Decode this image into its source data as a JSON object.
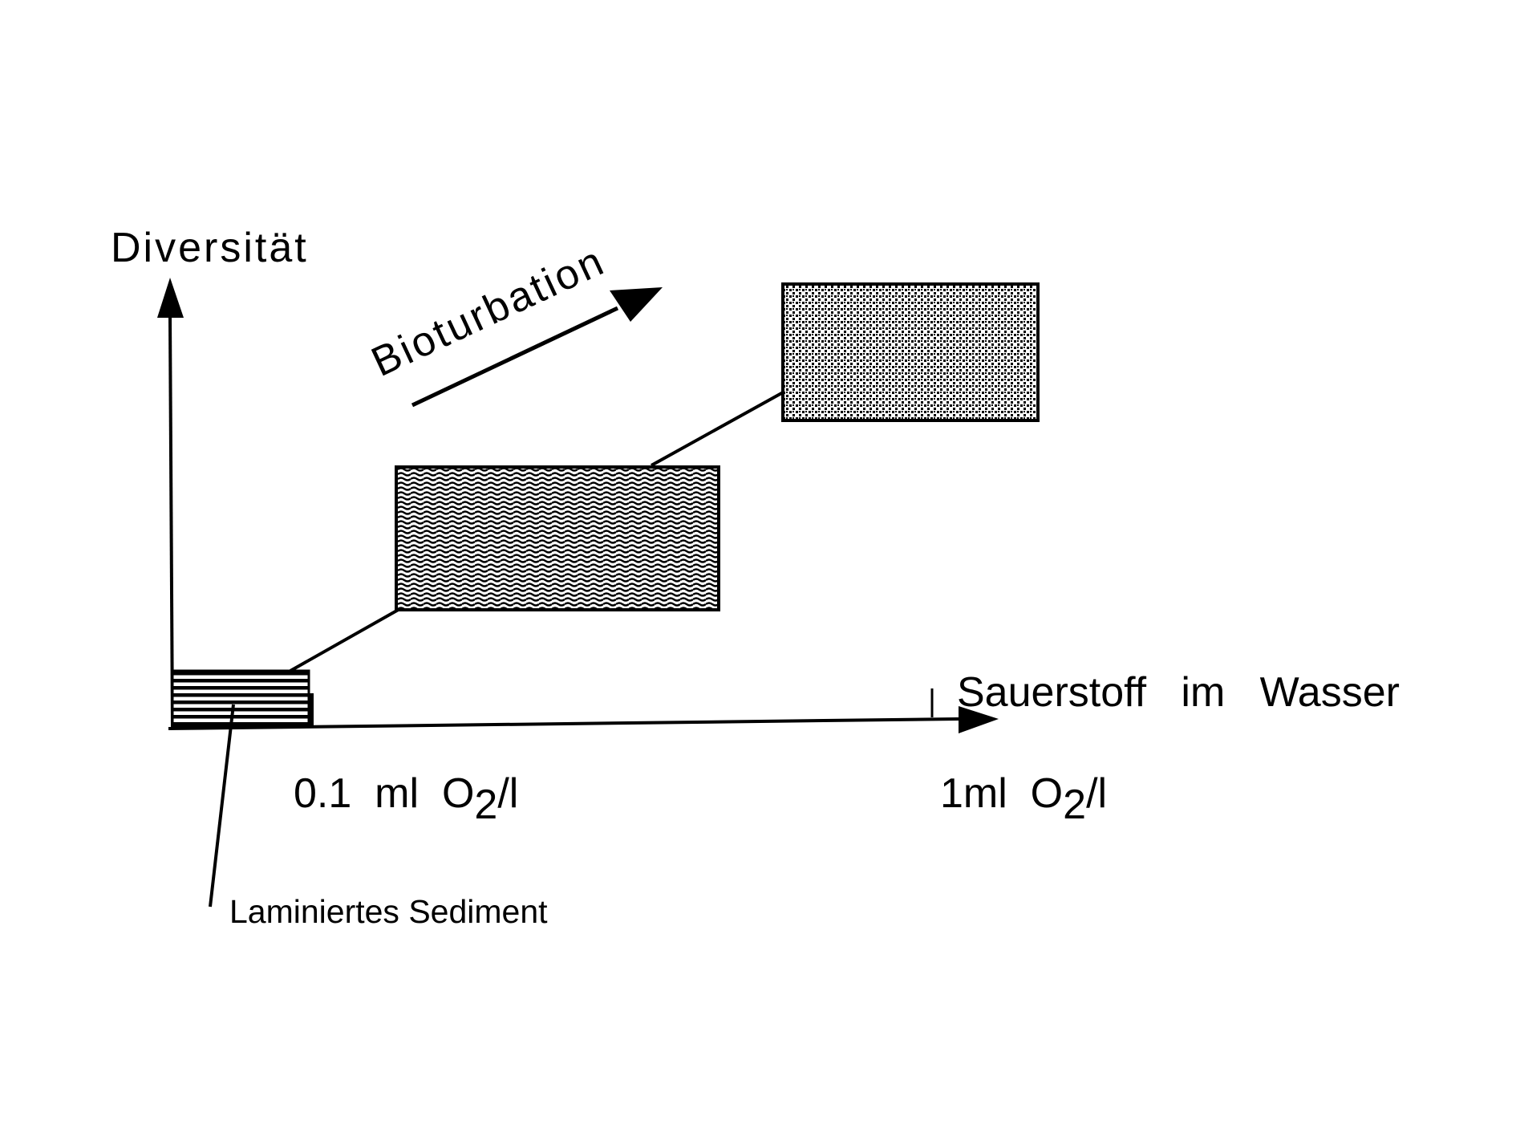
{
  "diagram": {
    "y_axis_label": "Diversität",
    "x_axis_label": "Sauerstoff   im   Wasser",
    "trend_label": "Bioturbation",
    "tick_low": {
      "prefix": "0.1  ml  O",
      "subscript": "2",
      "suffix": "/l"
    },
    "tick_high": {
      "prefix": "1ml  O",
      "subscript": "2",
      "suffix": "/l"
    },
    "sediment_label": "Laminiertes Sediment"
  },
  "colors": {
    "stroke": "#000000",
    "background": "#ffffff"
  }
}
